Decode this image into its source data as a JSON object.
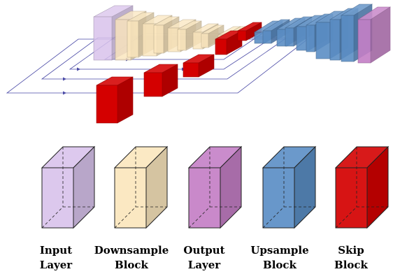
{
  "colors": {
    "input_layer": "#d9c3ec",
    "downsample_block": "#fbe6bd",
    "output_layer": "#c47fc6",
    "upsample_block": "#5b8ec5",
    "skip_block": "#d40000",
    "connection_line": "#4a4aa6"
  },
  "legend": [
    {
      "key": "input",
      "line1": "Input",
      "line2": "Layer",
      "color_key": "input_layer"
    },
    {
      "key": "downsample",
      "line1": "Downsample",
      "line2": "Block",
      "color_key": "downsample_block"
    },
    {
      "key": "output",
      "line1": "Output",
      "line2": "Layer",
      "color_key": "output_layer"
    },
    {
      "key": "upsample",
      "line1": "Upsample",
      "line2": "Block",
      "color_key": "upsample_block"
    },
    {
      "key": "skip",
      "line1": "Skip",
      "line2": "Block",
      "color_key": "skip_block"
    }
  ]
}
